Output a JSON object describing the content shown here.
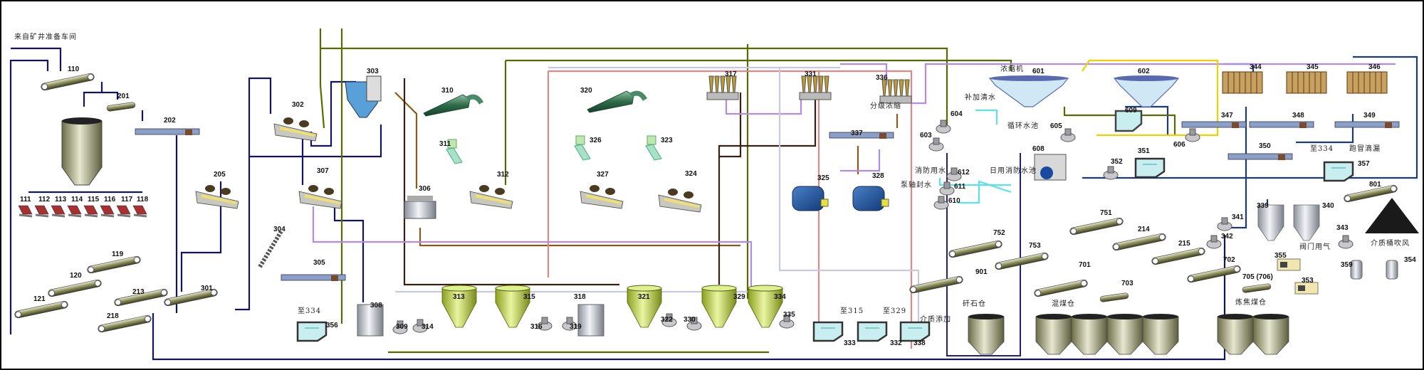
{
  "title": "选煤厂工艺流程图",
  "annotations": {
    "source": "来自矿井准备车间",
    "grading_thickening": "分级浓缩",
    "makeup_water": "补加清水",
    "thickener": "浓缩机",
    "circulating_pool": "循环水池",
    "fire_water": "消防用水",
    "pump_seal_water": "泵轴封水",
    "daily_fire_pool": "日用消防水池",
    "to_334_a": "至334",
    "to_334_b": "至334",
    "leakage": "跑冒滴漏",
    "valve_air": "阀门用气",
    "medium_blow": "介质桶吹风",
    "coking_bin": "炼焦煤仓",
    "mixed_bin": "混煤仓",
    "gangue_bin": "矸石仓",
    "medium_add": "介质添加",
    "to_315": "至315",
    "to_329": "至329"
  },
  "equipment": {
    "e110": "110",
    "e201": "201",
    "e202": "202",
    "e111": "111",
    "e112": "112",
    "e113": "113",
    "e114": "114",
    "e115": "115",
    "e116": "116",
    "e117": "117",
    "e118": "118",
    "e119": "119",
    "e120": "120",
    "e121": "121",
    "e213": "213",
    "e301": "301",
    "e218": "218",
    "e205": "205",
    "e302": "302",
    "e303": "303",
    "e307": "307",
    "e304": "304",
    "e305": "305",
    "e356": "356",
    "e306": "306",
    "e308": "308",
    "e309": "309",
    "e314": "314",
    "e313": "313",
    "e315": "315",
    "e316": "316",
    "e319": "319",
    "e318": "318",
    "e321": "321",
    "e322": "322",
    "e330": "330",
    "e329": "329",
    "e334": "334",
    "e335": "335",
    "e310": "310",
    "e311": "311",
    "e312": "312",
    "e320": "320",
    "e326": "326",
    "e323": "323",
    "e327": "327",
    "e324": "324",
    "e317": "317",
    "e331": "331",
    "e336": "336",
    "e337": "337",
    "e325": "325",
    "e328": "328",
    "e603": "603",
    "e604": "604",
    "e601": "601",
    "e602": "602",
    "e605": "605",
    "e608": "608",
    "e609": "609",
    "e606": "606",
    "e351": "351",
    "e352": "352",
    "e612": "612",
    "e611": "611",
    "e610": "610",
    "e344": "344",
    "e345": "345",
    "e346": "346",
    "e347": "347",
    "e348": "348",
    "e349": "349",
    "e350": "350",
    "e357": "357",
    "e801": "801",
    "e339": "339",
    "e340": "340",
    "e341": "341",
    "e342": "342",
    "e343": "343",
    "e355": "355",
    "e359": "359",
    "e354": "354",
    "e353": "353",
    "e751": "751",
    "e214": "214",
    "e215": "215",
    "e702": "702",
    "e705": "705 (706)",
    "e752": "752",
    "e753": "753",
    "e901": "901",
    "e701": "701",
    "e703": "703",
    "e333": "333",
    "e332": "332",
    "e338": "338"
  }
}
